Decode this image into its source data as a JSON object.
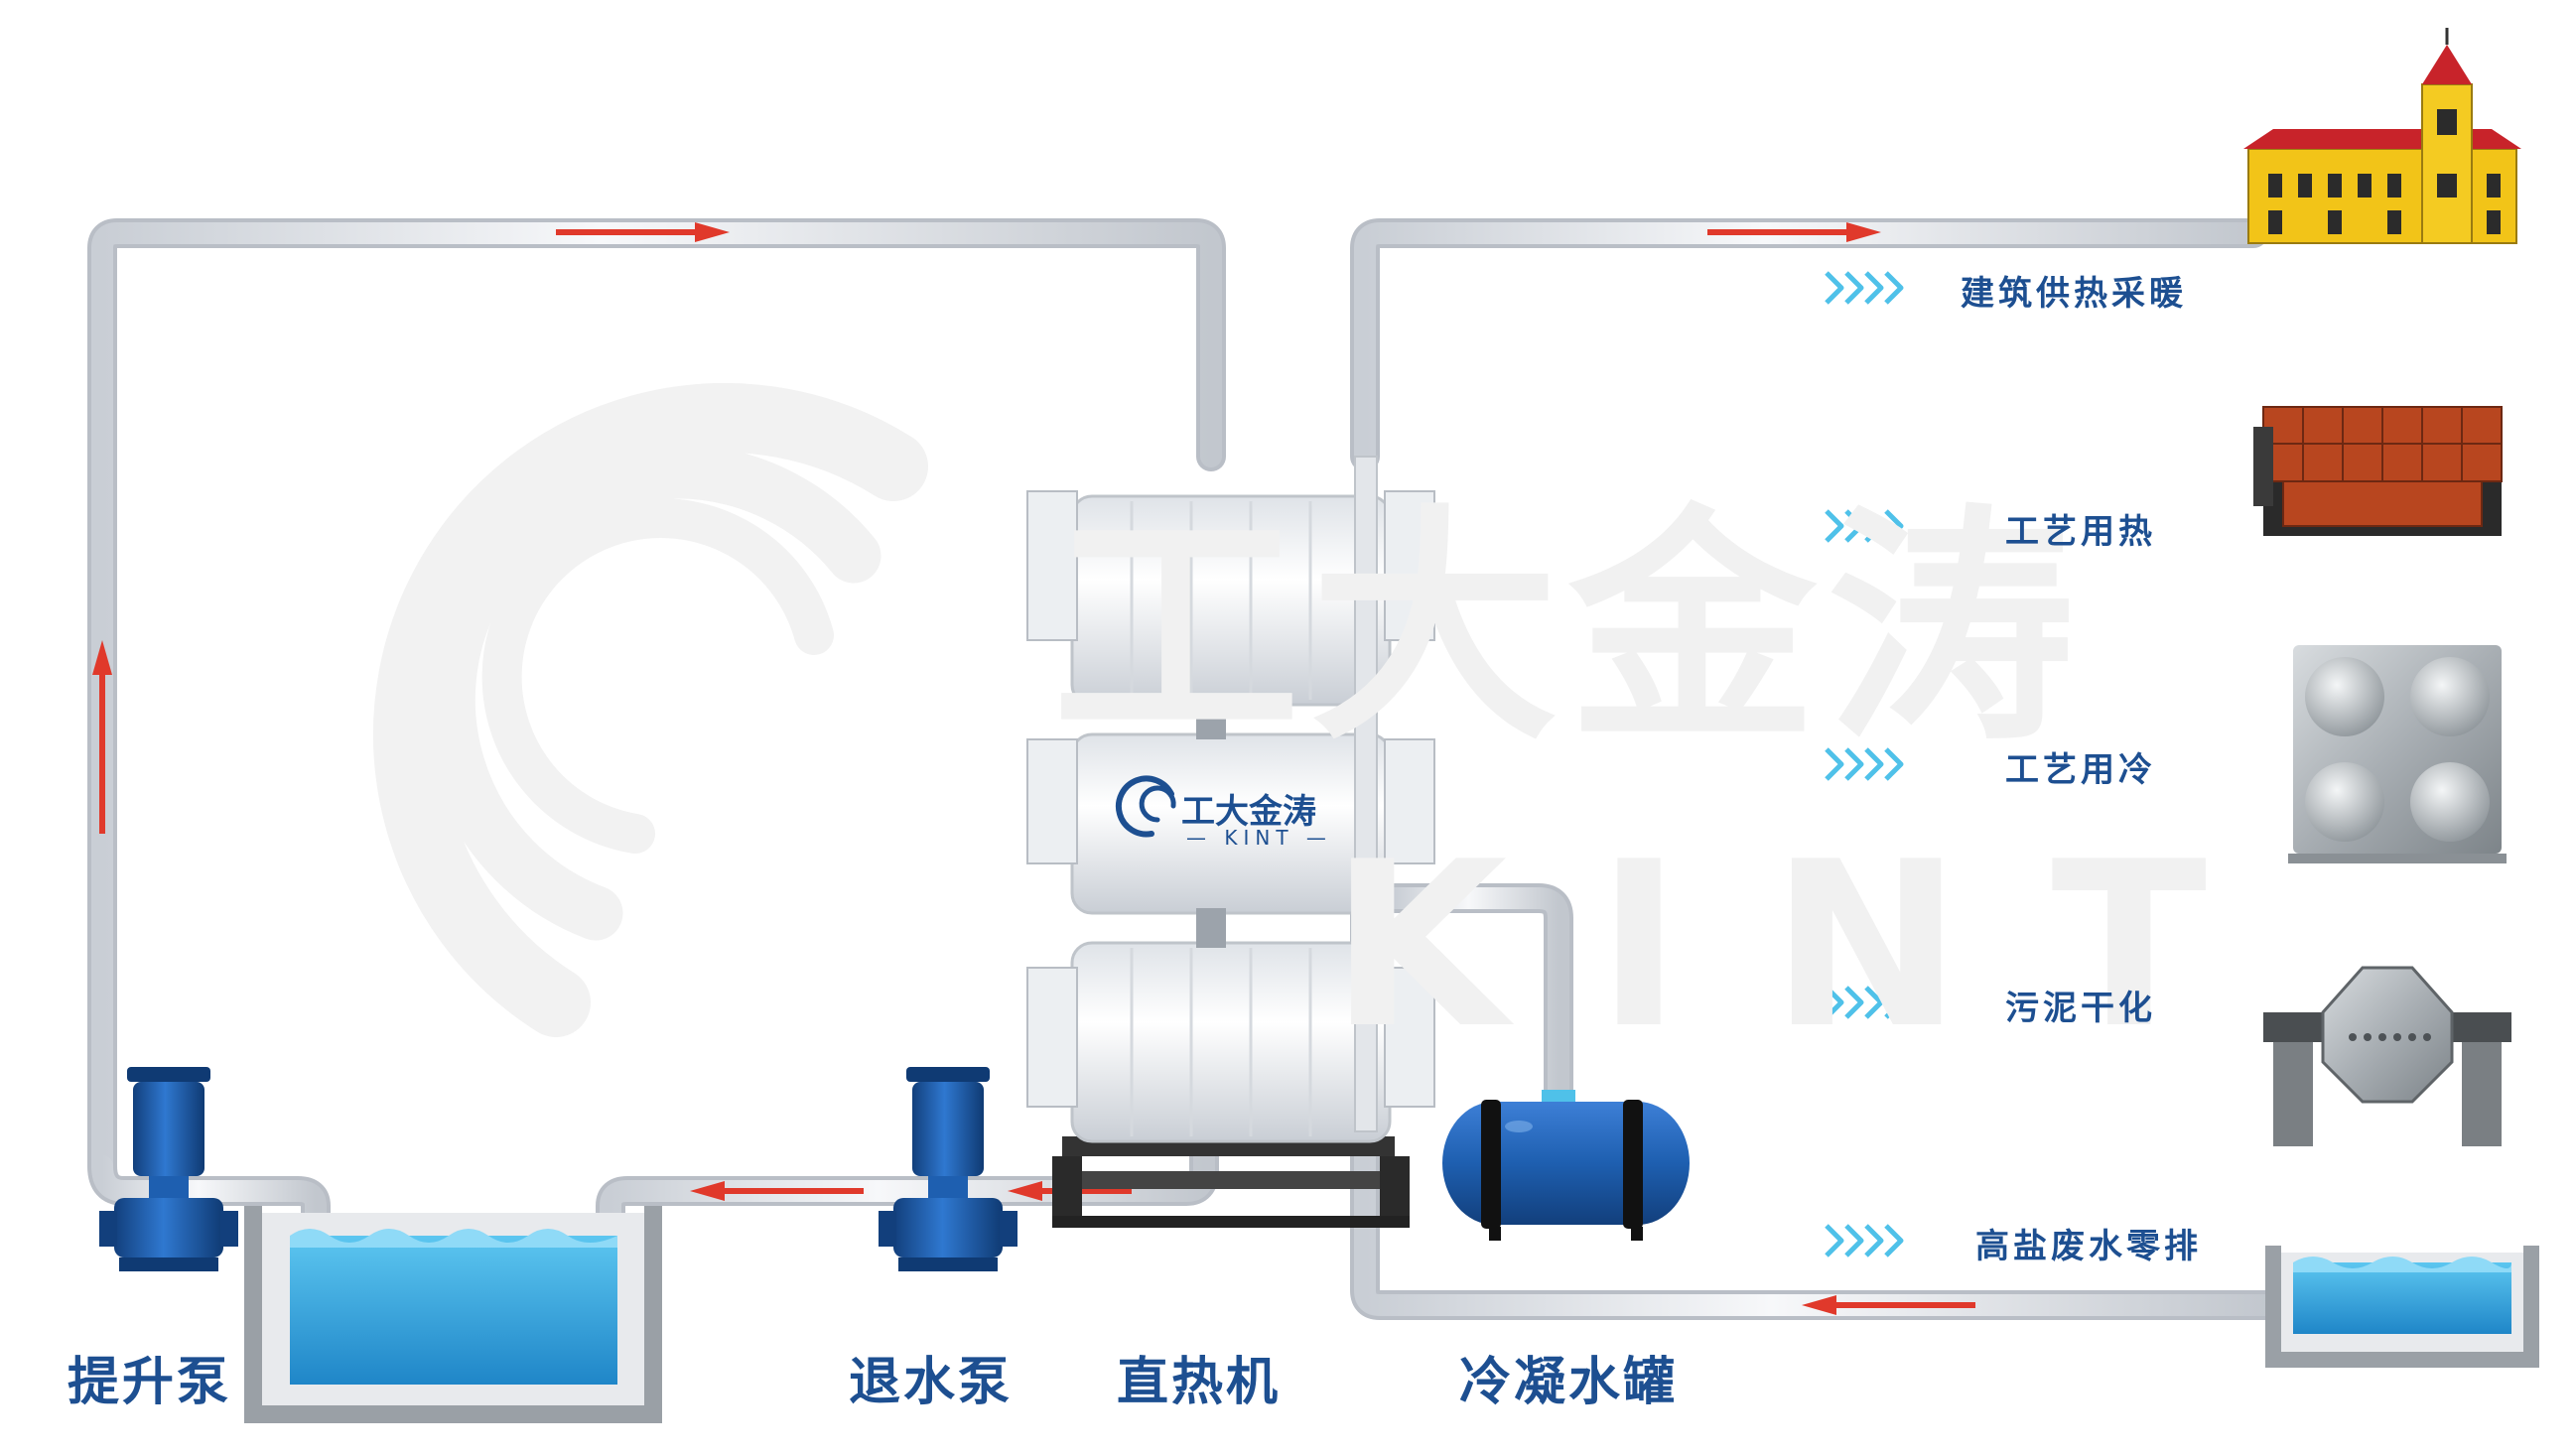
{
  "watermark": {
    "cn": "工大金涛",
    "en": "KINT"
  },
  "brand": {
    "name": "工大金涛",
    "sub": "— KINT —",
    "color": "#1d4f91"
  },
  "equipment_labels": {
    "lift_pump": "提升泵",
    "return_pump": "退水泵",
    "direct_heater": "直热机",
    "condensate_tank": "冷凝水罐"
  },
  "applications": [
    {
      "label": "建筑供热采暖",
      "icon": "building-icon"
    },
    {
      "label": "工艺用热",
      "icon": "boiler-icon"
    },
    {
      "label": "工艺用冷",
      "icon": "steel-water-tank-icon"
    },
    {
      "label": "污泥干化",
      "icon": "sludge-dryer-icon"
    },
    {
      "label": "高盐废水零排",
      "icon": "wastewater-basin-icon"
    }
  ],
  "colors": {
    "pipe": "#e3e6ea",
    "flow_arrow": "#e0392b",
    "water": "#2a9fd8",
    "pump": "#1e5fb0",
    "label": "#1d4f91",
    "chevron": "#4fc1e9"
  }
}
